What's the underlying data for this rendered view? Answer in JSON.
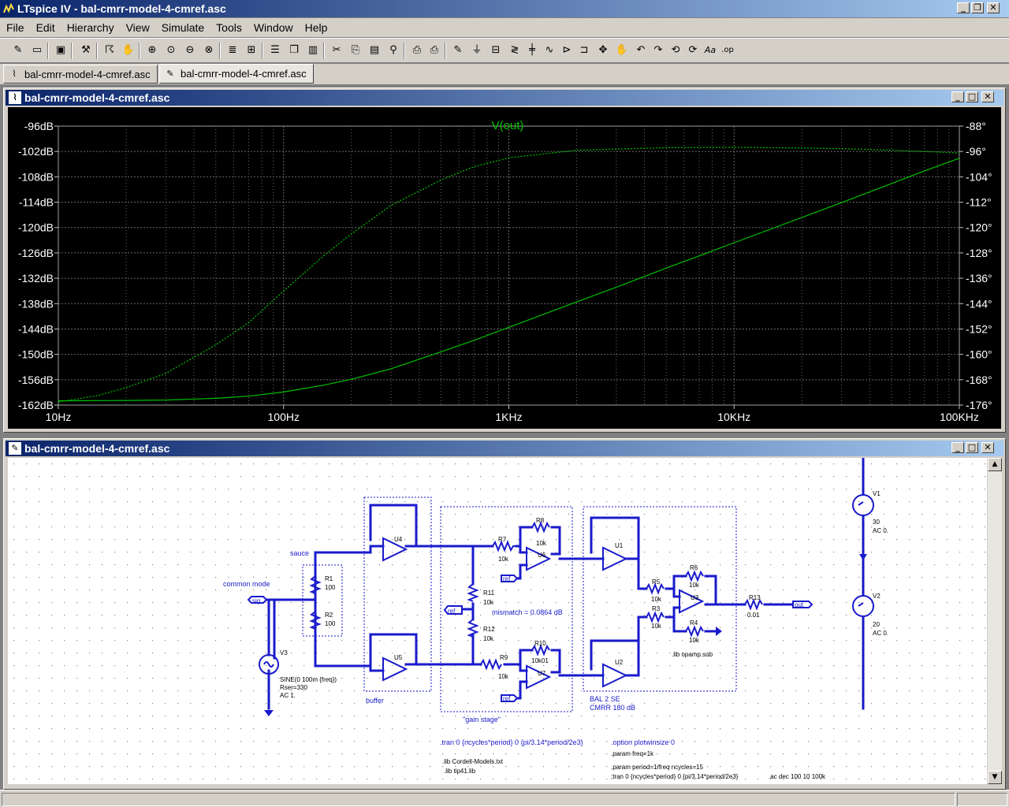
{
  "app": {
    "title": "LTspice IV - bal-cmrr-model-4-cmref.asc"
  },
  "menu": [
    "File",
    "Edit",
    "Hierarchy",
    "View",
    "Simulate",
    "Tools",
    "Window",
    "Help"
  ],
  "tabs": [
    {
      "label": "bal-cmrr-model-4-cmref.asc",
      "icon": "waveform-icon",
      "active": false
    },
    {
      "label": "bal-cmrr-model-4-cmref.asc",
      "icon": "schematic-icon",
      "active": true
    }
  ],
  "waveform_window": {
    "title": "bal-cmrr-model-4-cmref.asc"
  },
  "schematic_window": {
    "title": "bal-cmrr-model-4-cmref.asc"
  },
  "chart_data": {
    "type": "line",
    "title": "V(out)",
    "x_scale": "log",
    "xlim": [
      10,
      100000
    ],
    "x_ticks": [
      "10Hz",
      "100Hz",
      "1KHz",
      "10KHz",
      "100KHz"
    ],
    "x_tick_values": [
      10,
      100,
      1000,
      10000,
      100000
    ],
    "y_left_ticks": [
      "-96dB",
      "-102dB",
      "-108dB",
      "-114dB",
      "-120dB",
      "-126dB",
      "-132dB",
      "-138dB",
      "-144dB",
      "-150dB",
      "-156dB",
      "-162dB"
    ],
    "ylim_left": [
      -162,
      -96
    ],
    "y_right_ticks": [
      "-88°",
      "-96°",
      "-104°",
      "-112°",
      "-120°",
      "-128°",
      "-136°",
      "-144°",
      "-152°",
      "-160°",
      "-168°",
      "-176°"
    ],
    "ylim_right": [
      -176,
      -88
    ],
    "grid": true,
    "colors": {
      "background": "#000000",
      "trace": "#00c000",
      "grid": "#6a6a6a",
      "axis_text": "#ffffff",
      "title": "#00c000"
    },
    "series": [
      {
        "name": "V(out)",
        "axis": "left",
        "style": "solid",
        "x": [
          10,
          20,
          30,
          50,
          70,
          100,
          150,
          200,
          300,
          500,
          700,
          1000,
          2000,
          3000,
          5000,
          7000,
          10000,
          20000,
          30000,
          50000,
          70000,
          100000
        ],
        "y": [
          -161.0,
          -160.9,
          -160.8,
          -160.4,
          -159.9,
          -158.9,
          -157.3,
          -155.9,
          -153.4,
          -149.4,
          -146.7,
          -143.6,
          -137.6,
          -134.1,
          -129.6,
          -126.7,
          -123.6,
          -117.6,
          -114.1,
          -109.6,
          -106.6,
          -103.6
        ]
      },
      {
        "name": "",
        "axis": "right",
        "style": "dashed",
        "x": [
          10,
          15,
          20,
          30,
          50,
          70,
          100,
          150,
          200,
          300,
          500,
          700,
          1000,
          2000,
          5000,
          10000,
          20000,
          30000,
          50000,
          70000,
          100000
        ],
        "y": [
          -175.0,
          -173.0,
          -170.5,
          -166.0,
          -157.0,
          -150.0,
          -140.0,
          -129.0,
          -122.0,
          -113.0,
          -105.0,
          -100.8,
          -98.0,
          -95.6,
          -94.8,
          -94.7,
          -94.9,
          -95.1,
          -95.6,
          -96.0,
          -96.5
        ]
      }
    ]
  },
  "schematic": {
    "labels": {
      "sauce": "sauce",
      "common_mode": "common mode",
      "sig_flag": "sig",
      "r1": "R1",
      "r1_val": "100",
      "r2": "R2",
      "r2_val": "100",
      "v3": "V3",
      "v3_sine": "SINE(0 100m {freq})",
      "v3_rser": "Rser=330",
      "v3_ac": "AC 1.",
      "u4": "U4",
      "u5": "U5",
      "buffer": "buffer",
      "r7": "R7",
      "r7_val": "10k",
      "r8": "R8",
      "r8_val": "10k",
      "u6": "U6",
      "ref1": "ref",
      "ref2": "ref",
      "ref3": "ref",
      "r11": "R11",
      "r11_val": "10k",
      "r12": "R12",
      "r12_val": "10k",
      "mismatch": "mismatch = 0.0864 dB",
      "r9": "R9",
      "r9_val": "10k",
      "r10": "R10",
      "r10_val": "10k01",
      "u7": "U7",
      "gain_stage": "\"gain stage\"",
      "u1": "U1",
      "u2": "U2",
      "u3": "U3",
      "r5": "R5",
      "r5_val": "10k",
      "r3": "R3",
      "r3_val": "10k",
      "r6": "R6",
      "r6_val": "10k",
      "r4": "R4",
      "r4_val": "10k",
      "lib_opamp": ".lib opamp.sub",
      "bal_se": "BAL 2 SE",
      "cmrr": "CMRR 180 dB",
      "r13": "R13",
      "r13_val": "0.01",
      "out_flag": "out",
      "v1": "V1",
      "v1_val": "30",
      "v1_ac": "AC 0.",
      "v2": "V2",
      "v2_val": "20",
      "v2_ac": "AC 0."
    },
    "directives": {
      "tran": ".tran 0 {ncycles*period} 0 {pi/3.14*period/2e3}",
      "lib_cordell": ".lib Cordell-Models.txt",
      "lib_tip41": ".lib tip41.lib",
      "option": ".option plotwinsize 0",
      "param_freq": ".param freq=1k",
      "param_period": ".param period=1/freq ncycles=15",
      "tran_comment": ";tran 0 {ncycles*period} 0 {pi/3.14*period/2e3}",
      "ac_dec": ".ac dec 100 10 100k"
    }
  }
}
